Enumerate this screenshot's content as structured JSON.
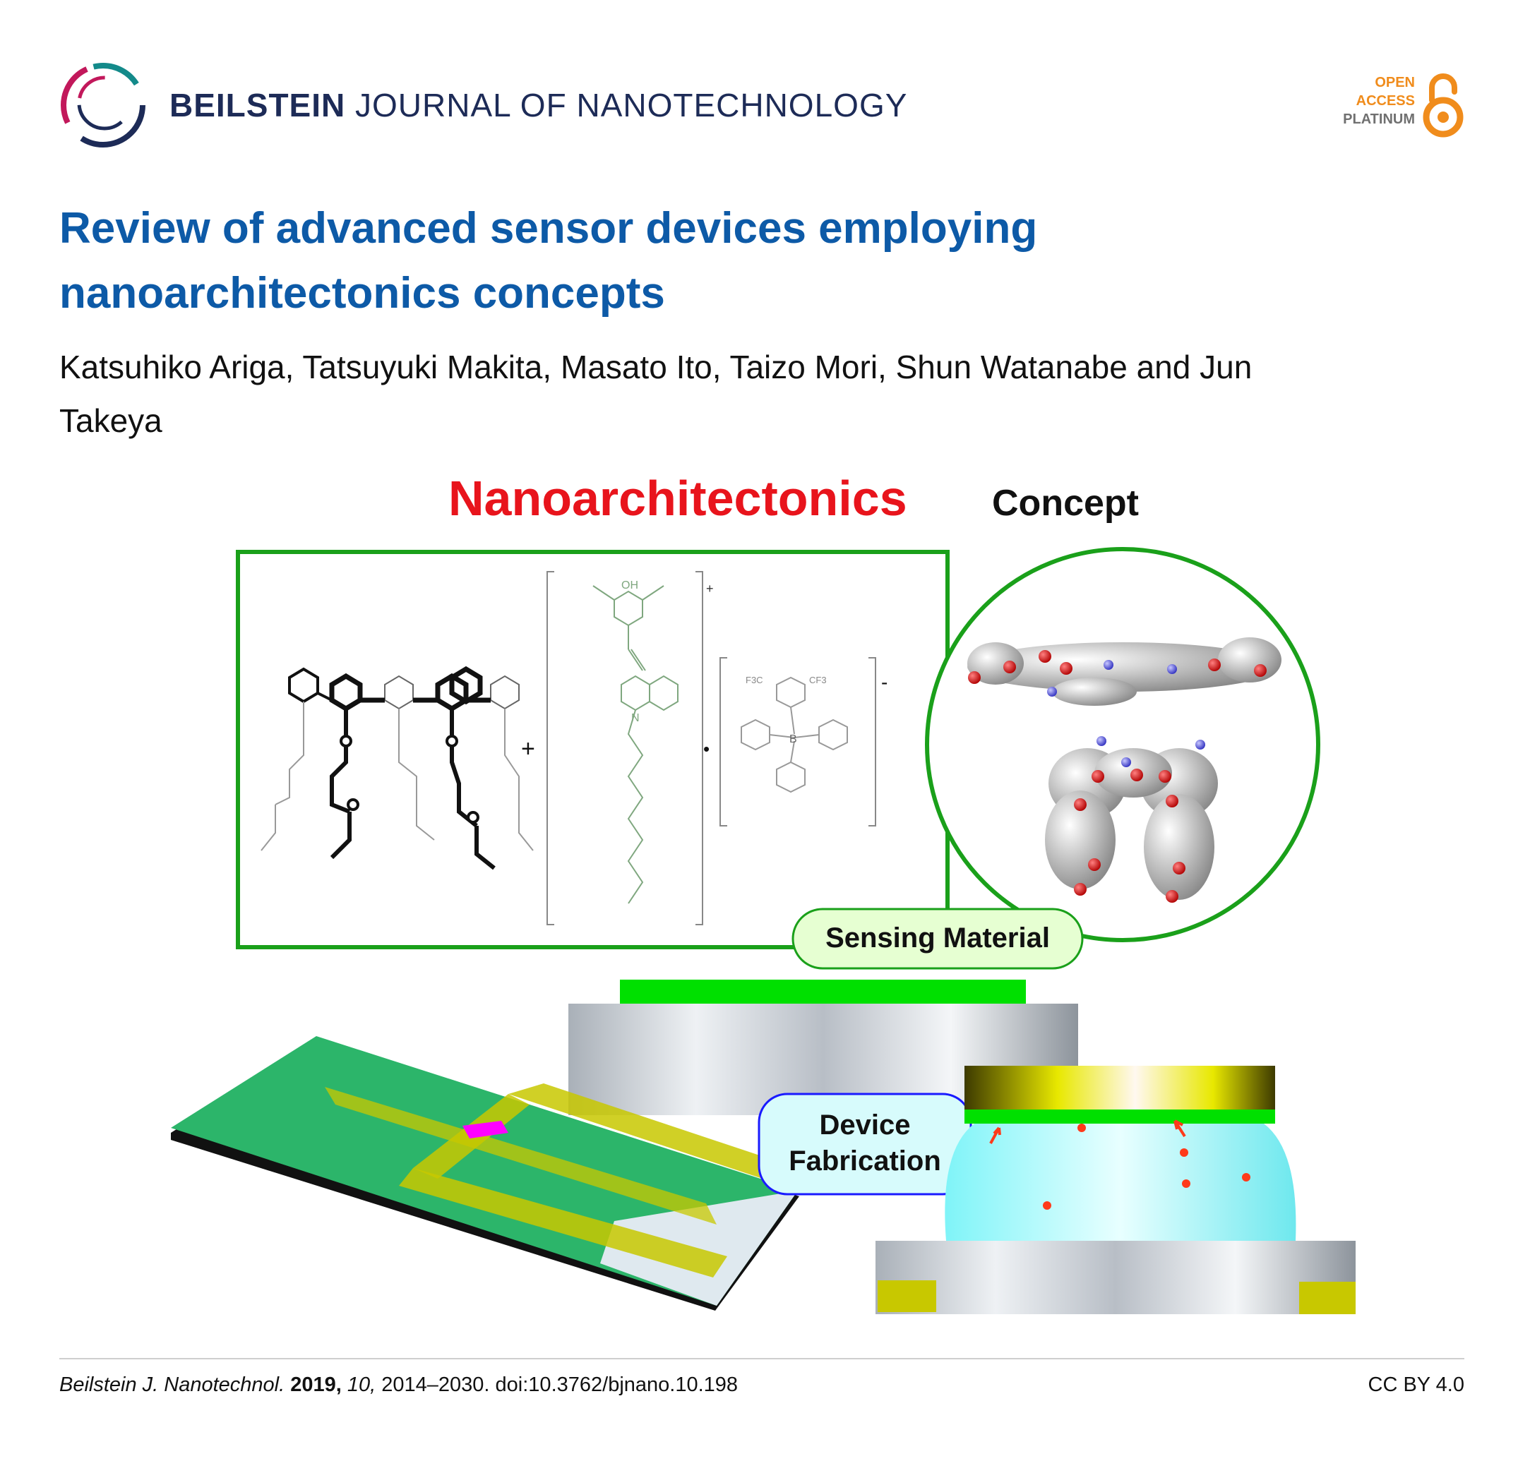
{
  "journal": {
    "name_strong": "BEILSTEIN",
    "name_rest": "JOURNAL OF NANOTECHNOLOGY"
  },
  "badge": {
    "line1": "OPEN",
    "line2": "ACCESS",
    "line3": "PLATINUM",
    "icon": "open-access-lock-icon",
    "colors": {
      "orange": "#f08c1c",
      "grey": "#707070"
    }
  },
  "article": {
    "title": "Review of advanced sensor devices employing nanoarchitectonics concepts",
    "authors": "Katsuhiko Ariga, Tatsuyuki Makita, Masato Ito, Taizo Mori, Shun Watanabe and Jun Takeya"
  },
  "graphic": {
    "heading_red": "Nanoarchitectonics",
    "heading_black": "Concept",
    "label_sensing": "Sensing Material",
    "label_device_line1": "Device",
    "label_device_line2": "Fabrication",
    "plus": "+",
    "dot": "•",
    "charge_plus": "+",
    "charge_minus": "-",
    "chem_oh": "OH",
    "chem_n": "N",
    "chem_b": "B",
    "chem_cf3_a": "F3C",
    "chem_cf3_b": "CF3",
    "colors": {
      "red": "#e8141c",
      "green": "#1aa01a",
      "bright_green": "#00e000",
      "yellow": "#c8c800",
      "magenta": "#ff00ff",
      "cyan": "#7ff4f8"
    }
  },
  "footer": {
    "journal_abbrev": "Beilstein J. Nanotechnol.",
    "year": "2019,",
    "volume": "10,",
    "pages_doi": "2014–2030. doi:10.3762/bjnano.10.198",
    "license": "CC BY 4.0"
  }
}
